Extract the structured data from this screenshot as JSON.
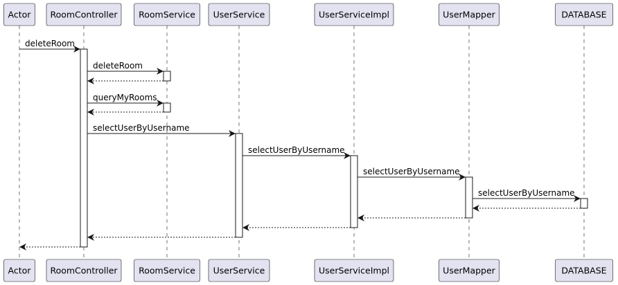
{
  "diagram": {
    "type": "sequence",
    "colors": {
      "participant_fill": "#E2E2F0",
      "participant_border": "#181818",
      "lifeline": "#181818",
      "activation_fill": "#FFFFFF",
      "arrow": "#181818",
      "background": "#FFFFFF"
    },
    "participants": [
      {
        "id": "actor",
        "label": "Actor"
      },
      {
        "id": "roomcontroller",
        "label": "RoomController"
      },
      {
        "id": "roomservice",
        "label": "RoomService"
      },
      {
        "id": "userservice",
        "label": "UserService"
      },
      {
        "id": "userserviceimpl",
        "label": "UserServiceImpl"
      },
      {
        "id": "usermapper",
        "label": "UserMapper"
      },
      {
        "id": "database",
        "label": "DATABASE"
      }
    ],
    "messages": [
      {
        "from": "actor",
        "to": "roomcontroller",
        "label": "deleteRoom",
        "kind": "call"
      },
      {
        "from": "roomcontroller",
        "to": "roomservice",
        "label": "deleteRoom",
        "kind": "call"
      },
      {
        "from": "roomservice",
        "to": "roomcontroller",
        "label": "",
        "kind": "return"
      },
      {
        "from": "roomcontroller",
        "to": "roomservice",
        "label": "queryMyRooms",
        "kind": "call"
      },
      {
        "from": "roomservice",
        "to": "roomcontroller",
        "label": "",
        "kind": "return"
      },
      {
        "from": "roomcontroller",
        "to": "userservice",
        "label": "selectUserByUsername",
        "kind": "call"
      },
      {
        "from": "userservice",
        "to": "userserviceimpl",
        "label": "selectUserByUsername",
        "kind": "call"
      },
      {
        "from": "userserviceimpl",
        "to": "usermapper",
        "label": "selectUserByUsername",
        "kind": "call"
      },
      {
        "from": "usermapper",
        "to": "database",
        "label": "selectUserByUsername",
        "kind": "call"
      },
      {
        "from": "database",
        "to": "usermapper",
        "label": "",
        "kind": "return"
      },
      {
        "from": "usermapper",
        "to": "userserviceimpl",
        "label": "",
        "kind": "return"
      },
      {
        "from": "userserviceimpl",
        "to": "userservice",
        "label": "",
        "kind": "return"
      },
      {
        "from": "userservice",
        "to": "roomcontroller",
        "label": "",
        "kind": "return"
      },
      {
        "from": "roomcontroller",
        "to": "actor",
        "label": "",
        "kind": "return"
      }
    ]
  }
}
